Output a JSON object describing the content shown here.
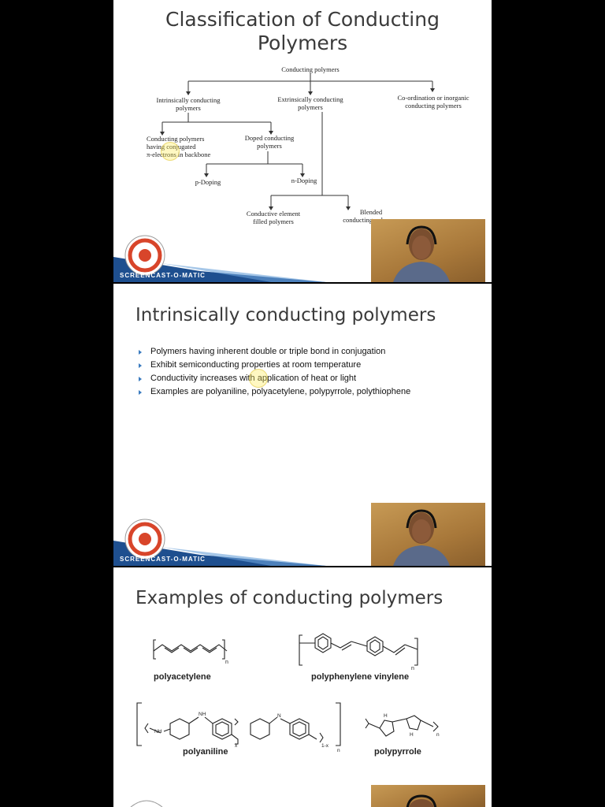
{
  "slide1": {
    "title_line1": "Classification of Conducting",
    "title_line2": "Polymers",
    "root": "Conducting polymers",
    "intrinsic_l1": "Intrinsically conducting",
    "intrinsic_l2": "polymers",
    "extrinsic_l1": "Extrinsically conducting",
    "extrinsic_l2": "polymers",
    "coord_l1": "Co-ordination or inorganic",
    "coord_l2": "conducting polymers",
    "conj_l1": "Conducting polymers",
    "conj_l2": "having conjugated",
    "conj_l3": "π-electrons in backbone",
    "doped_l1": "Doped conducting",
    "doped_l2": "polymers",
    "p_doping": "p-Doping",
    "n_doping": "n-Doping",
    "filled_l1": "Conductive element",
    "filled_l2": "filled polymers",
    "blended_l1": "Blended",
    "blended_l2": "conducting polymers",
    "logo_text": "SCREENCAST-O-MATIC"
  },
  "slide2": {
    "title": "Intrinsically conducting polymers",
    "bullets": [
      "Polymers having inherent double or triple bond in conjugation",
      "Exhibit semiconducting properties at room temperature",
      "Conductivity increases with application of heat or light",
      "Examples are polyaniline, polyacetylene, polypyrrole, polythiophene"
    ]
  },
  "slide3": {
    "title": "Examples of conducting polymers",
    "polyacetylene": "polyacetylene",
    "ppv": "polyphenylene vinylene",
    "polyaniline": "polyaniline",
    "polypyrrole": "polypyrrole",
    "sub_n": "n",
    "sub_x": "x",
    "sub_1x": "1-x",
    "nh": "NH",
    "n_atom": "N",
    "h": "H"
  },
  "colors": {
    "title": "#3a3a3a",
    "bullet_marker": "#3a7bbf",
    "footer_blue": "#1e4f8f",
    "logo_red": "#d8452a",
    "highlight": "#ffeb50"
  }
}
